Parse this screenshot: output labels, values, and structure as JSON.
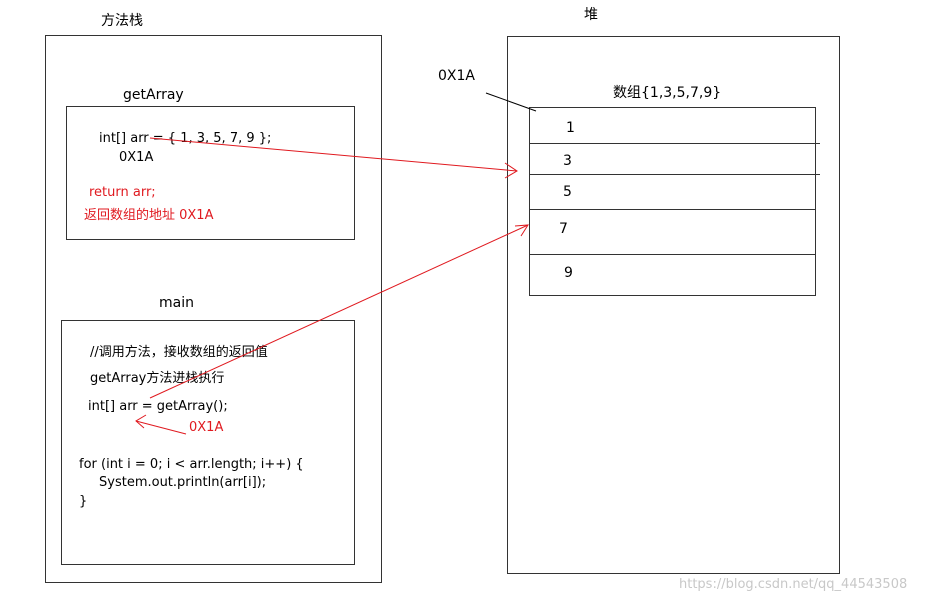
{
  "stack": {
    "title": "方法栈",
    "getArray": {
      "label": "getArray",
      "code_line": "int[] arr = { 1, 3, 5, 7, 9 };",
      "address": "0X1A",
      "return_stmt": "return arr;",
      "return_note": "返回数组的地址 0X1A"
    },
    "main": {
      "label": "main",
      "comment": "//调用方法，接收数组的返回值",
      "note": "getArray方法进栈执行",
      "assign": "int[] arr = getArray();",
      "address": "0X1A",
      "for_line": "for (int i = 0; i < arr.length; i++) {",
      "print_line": "System.out.println(arr[i]);",
      "close_brace": "}"
    }
  },
  "heap": {
    "title": "堆",
    "address": "0X1A",
    "array_label": "数组{1,3,5,7,9}",
    "cells": [
      "1",
      "3",
      "5",
      "7",
      "9"
    ]
  },
  "watermark": "https://blog.csdn.net/qq_44543508",
  "colors": {
    "arrow": "#e0191f",
    "border": "#333333"
  }
}
